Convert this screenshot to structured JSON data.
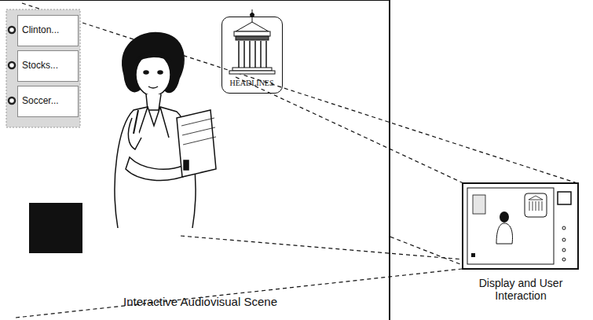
{
  "diagram": {
    "nodes": [
      {
        "text": [
          "Interactive Audiovisual Scene"
        ]
      },
      {
        "text": [
          "Clinton..."
        ],
        "in": 0
      },
      {
        "text": [
          "Stocks..."
        ],
        "in": 0
      },
      {
        "text": [
          "Soccer..."
        ],
        "in": 0
      },
      {
        "text": [
          "HEADLINES"
        ],
        "in": 0
      },
      {
        "text": [
          "Display and User Interaction"
        ]
      }
    ],
    "edges": [
      {
        "from": 0,
        "to": 5,
        "arrow": "none"
      }
    ]
  }
}
